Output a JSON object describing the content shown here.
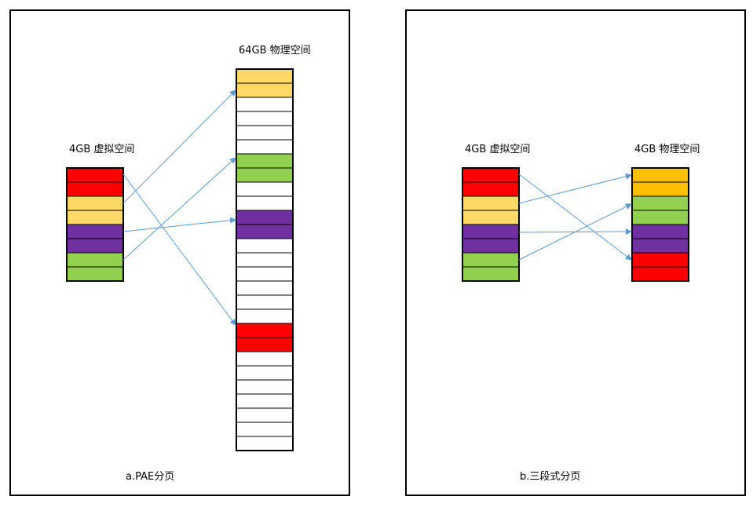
{
  "colors": {
    "red": "#FF0000",
    "yellow": "#FFD966",
    "orange": "#FFC000",
    "purple": "#7030A0",
    "green": "#92D050",
    "empty": "#FFFFFF",
    "arrow": "#5B9BD5"
  },
  "panel_a": {
    "virtual_label": "4GB 虚拟空间",
    "physical_label": "64GB 物理空间",
    "caption": "a.PAE分页",
    "virtual_rows": [
      "red",
      "red",
      "yellow",
      "yellow",
      "purple",
      "purple",
      "green",
      "green"
    ],
    "physical_rows": [
      "yellow",
      "yellow",
      "empty",
      "empty",
      "empty",
      "empty",
      "green",
      "green",
      "empty",
      "empty",
      "purple",
      "purple",
      "empty",
      "empty",
      "empty",
      "empty",
      "empty",
      "empty",
      "red",
      "red",
      "empty",
      "empty",
      "empty",
      "empty",
      "empty",
      "empty",
      "empty"
    ]
  },
  "panel_b": {
    "virtual_label": "4GB 虚拟空间",
    "physical_label": "4GB 物理空间",
    "caption": "b.三段式分页",
    "virtual_rows": [
      "red",
      "red",
      "yellow",
      "yellow",
      "purple",
      "purple",
      "green",
      "green"
    ],
    "physical_rows": [
      "orange",
      "orange",
      "green",
      "green",
      "purple",
      "purple",
      "red",
      "red"
    ]
  }
}
